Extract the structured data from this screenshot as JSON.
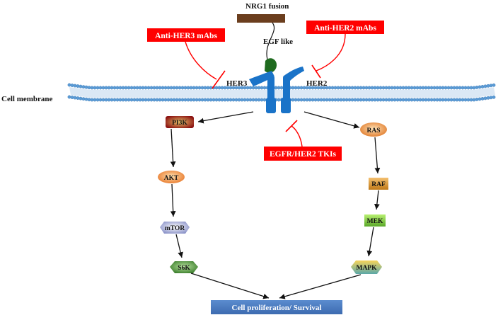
{
  "labels": {
    "nrg1_fusion": "NRG1 fusion",
    "egf_like": "EGF like",
    "her3": "HER3",
    "her2": "HER2",
    "cell_membrane": "Cell membrane"
  },
  "inhibitors": {
    "anti_her3": "Anti-HER3 mAbs",
    "anti_her2": "Anti-HER2 mAbs",
    "tkis": "EGFR/HER2 TKIs"
  },
  "pathway_left": {
    "pi3k": "PI3K",
    "akt": "AKT",
    "mtor": "mTOR",
    "s6k": "S6K"
  },
  "pathway_right": {
    "ras": "RAS",
    "raf": "RAF",
    "mek": "MEK",
    "mapk": "MAPK"
  },
  "outcome": "Cell proliferation/ Survival",
  "colors": {
    "inhibitor_red": "#ff0000",
    "receptor_blue": "#1a73c8",
    "ligand_green": "#1f6b1f",
    "fusion_brown": "#6b3e1e",
    "membrane_blue": "#5b9bd5",
    "outcome_blue": "#4f81bd"
  }
}
